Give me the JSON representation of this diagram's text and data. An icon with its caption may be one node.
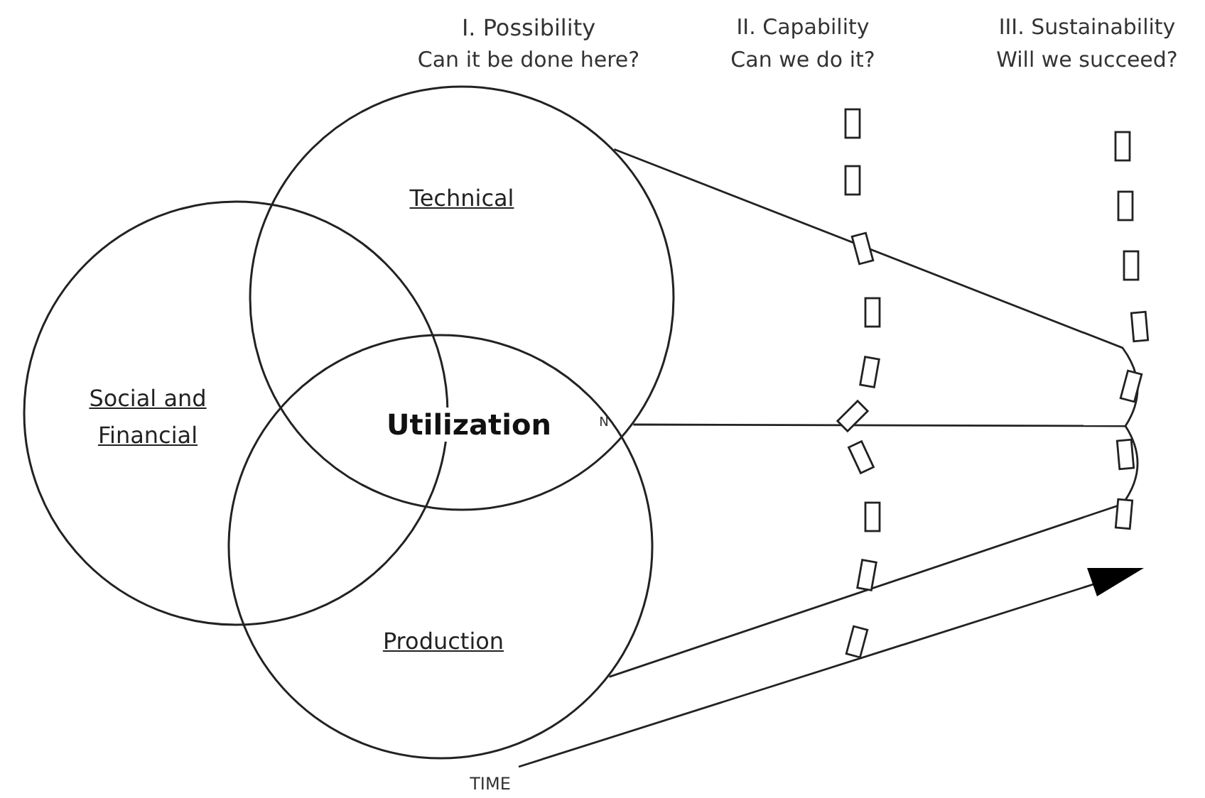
{
  "diagram": {
    "nodes": [
      {
        "text": [
          "Technical"
        ]
      },
      {
        "text": [
          "Social and Financial"
        ]
      },
      {
        "text": [
          "Production"
        ]
      }
    ],
    "edges": [
      {
        "from": 0,
        "to": null,
        "arrow": "none"
      },
      {
        "from": 0,
        "to": null,
        "arrow": "none"
      },
      {
        "from": 2,
        "to": null,
        "arrow": "none"
      }
    ],
    "labels": [
      "I. Possibility",
      "Can it be done here?",
      "II. Capability",
      "Can we do it?",
      "III. Sustainability",
      "Will we succeed?",
      "Utilization",
      "N",
      "TIME"
    ]
  }
}
